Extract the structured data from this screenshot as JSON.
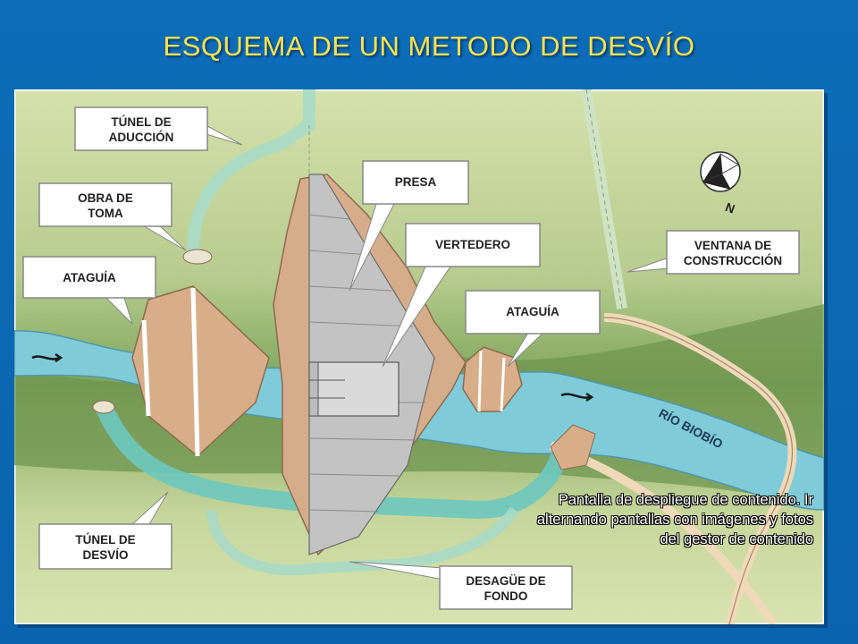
{
  "slide": {
    "title": "ESQUEMA DE UN METODO DE DESVÍO",
    "overlay_note": "Pantalla de despliegue de contenido. Ir alternando pantallas con imágenes y fotos del gestor de contenido"
  },
  "diagram": {
    "callouts": {
      "tunel_aduccion": [
        "TÚNEL DE",
        "ADUCCIÓN"
      ],
      "obra_toma": [
        "OBRA DE",
        "TOMA"
      ],
      "ataguia_left": [
        "ATAGUÍA"
      ],
      "presa": [
        "PRESA"
      ],
      "vertedero": [
        "VERTEDERO"
      ],
      "ventana": [
        "VENTANA DE",
        "CONSTRUCCIÓN"
      ],
      "ataguia_right": [
        "ATAGUÍA"
      ],
      "tunel_desvio": [
        "TÚNEL DE",
        "DESVÍO"
      ],
      "desague": [
        "DESAGÜE DE",
        "FONDO"
      ]
    },
    "river_label": "RÍO BIOBÍO",
    "compass_label": "N"
  },
  "colors": {
    "background": "#0a66b0",
    "title": "#ffe24a",
    "ground_light": "#d4dfa8",
    "ground_dark": "#6f9650",
    "river": "#7fcbd8",
    "tunnel": "#6fc9c0",
    "rock": "#d7ad8a",
    "dam": "#c2c2c2"
  }
}
